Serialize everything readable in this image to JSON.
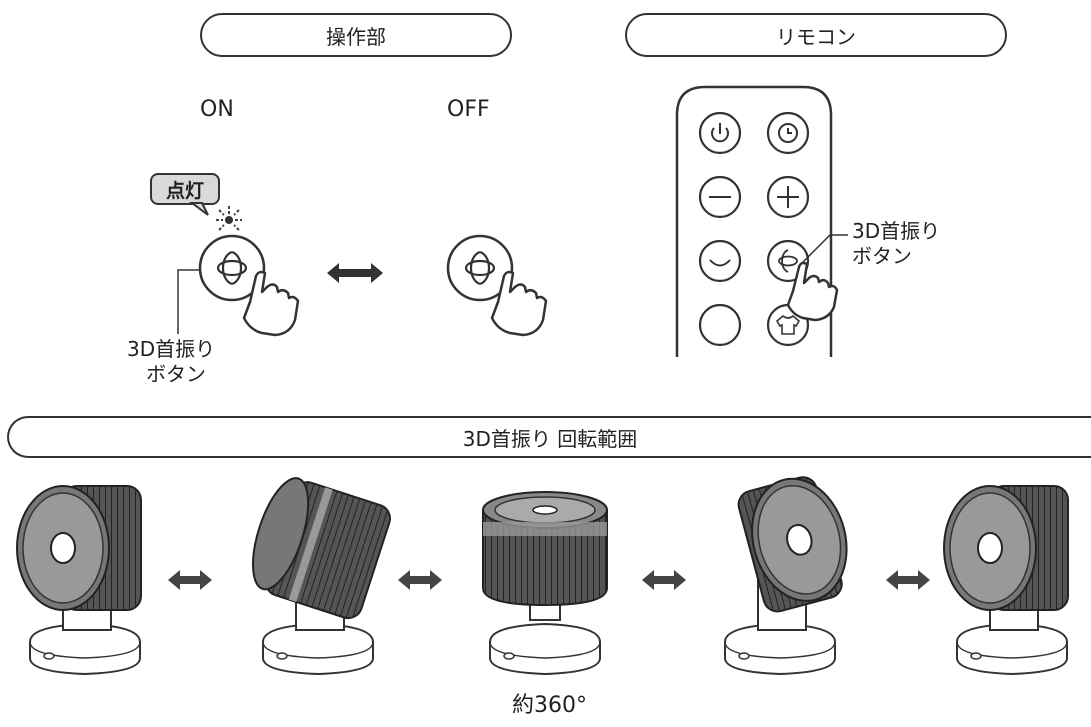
{
  "sections": {
    "control_panel": "操作部",
    "remote": "リモコン",
    "range": "3D首振り 回転範囲"
  },
  "states": {
    "on": "ON",
    "off": "OFF"
  },
  "badge": "点灯",
  "button_label_panel": [
    "3D首振り",
    "ボタン"
  ],
  "button_label_remote": [
    "3D首振り",
    "ボタン"
  ],
  "rotation_caption": "約360°",
  "icons": {
    "remote_buttons": [
      "power-icon",
      "timer-icon",
      "minus-icon",
      "plus-icon",
      "swing-icon",
      "3d-rotate-icon",
      "sleep-icon",
      "shirt-icon"
    ]
  }
}
